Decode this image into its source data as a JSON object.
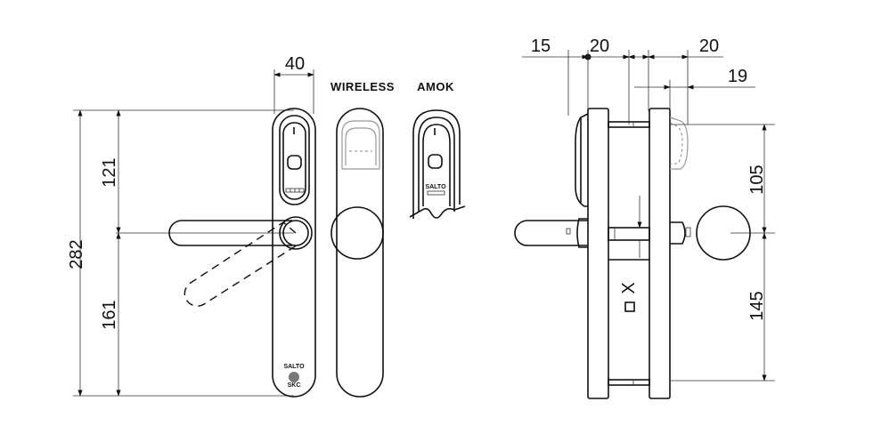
{
  "dimensions": {
    "plate_width": "40",
    "total_height": "282",
    "upper_height": "121",
    "lower_height": "161",
    "side_offset_15": "15",
    "side_offset_20a": "20",
    "side_offset_20b": "20",
    "side_offset_19": "19",
    "side_height_105": "105",
    "side_height_145": "145",
    "door_thickness_x": "X"
  },
  "labels": {
    "wireless": "WIRELESS",
    "amok": "AMOK"
  },
  "logo_text": {
    "brand": "SALTO",
    "brand_small": "SALTO",
    "sub": "SKC"
  }
}
